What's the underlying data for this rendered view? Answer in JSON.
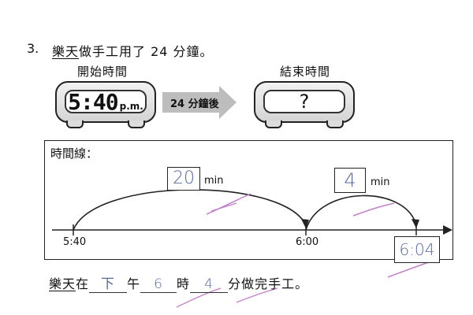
{
  "question": {
    "number": "3.",
    "name": "樂天",
    "text": "做手工用了 24 分鐘。"
  },
  "start_clock": {
    "heading": "開始時間",
    "time": "5:40",
    "ampm": "p.m."
  },
  "arrow": {
    "label": "24 分鐘後"
  },
  "end_clock": {
    "heading": "結束時間",
    "time": "?"
  },
  "timeline": {
    "title": "時間線：",
    "ticks": [
      "5:40",
      "6:00"
    ],
    "jump1": {
      "value": "20",
      "unit": "min"
    },
    "jump2": {
      "value": "4",
      "unit": "min"
    },
    "end_value": "6:04"
  },
  "answer": {
    "name": "樂天",
    "at": "在",
    "blank1": "下",
    "word1": "午",
    "blank2": "6",
    "word2": "時",
    "blank3": "4",
    "word3": "分做完手工。"
  },
  "colors": {
    "pen": "#5a6aa0",
    "check": "#c080c8",
    "arrow": "#bdbdbd"
  }
}
